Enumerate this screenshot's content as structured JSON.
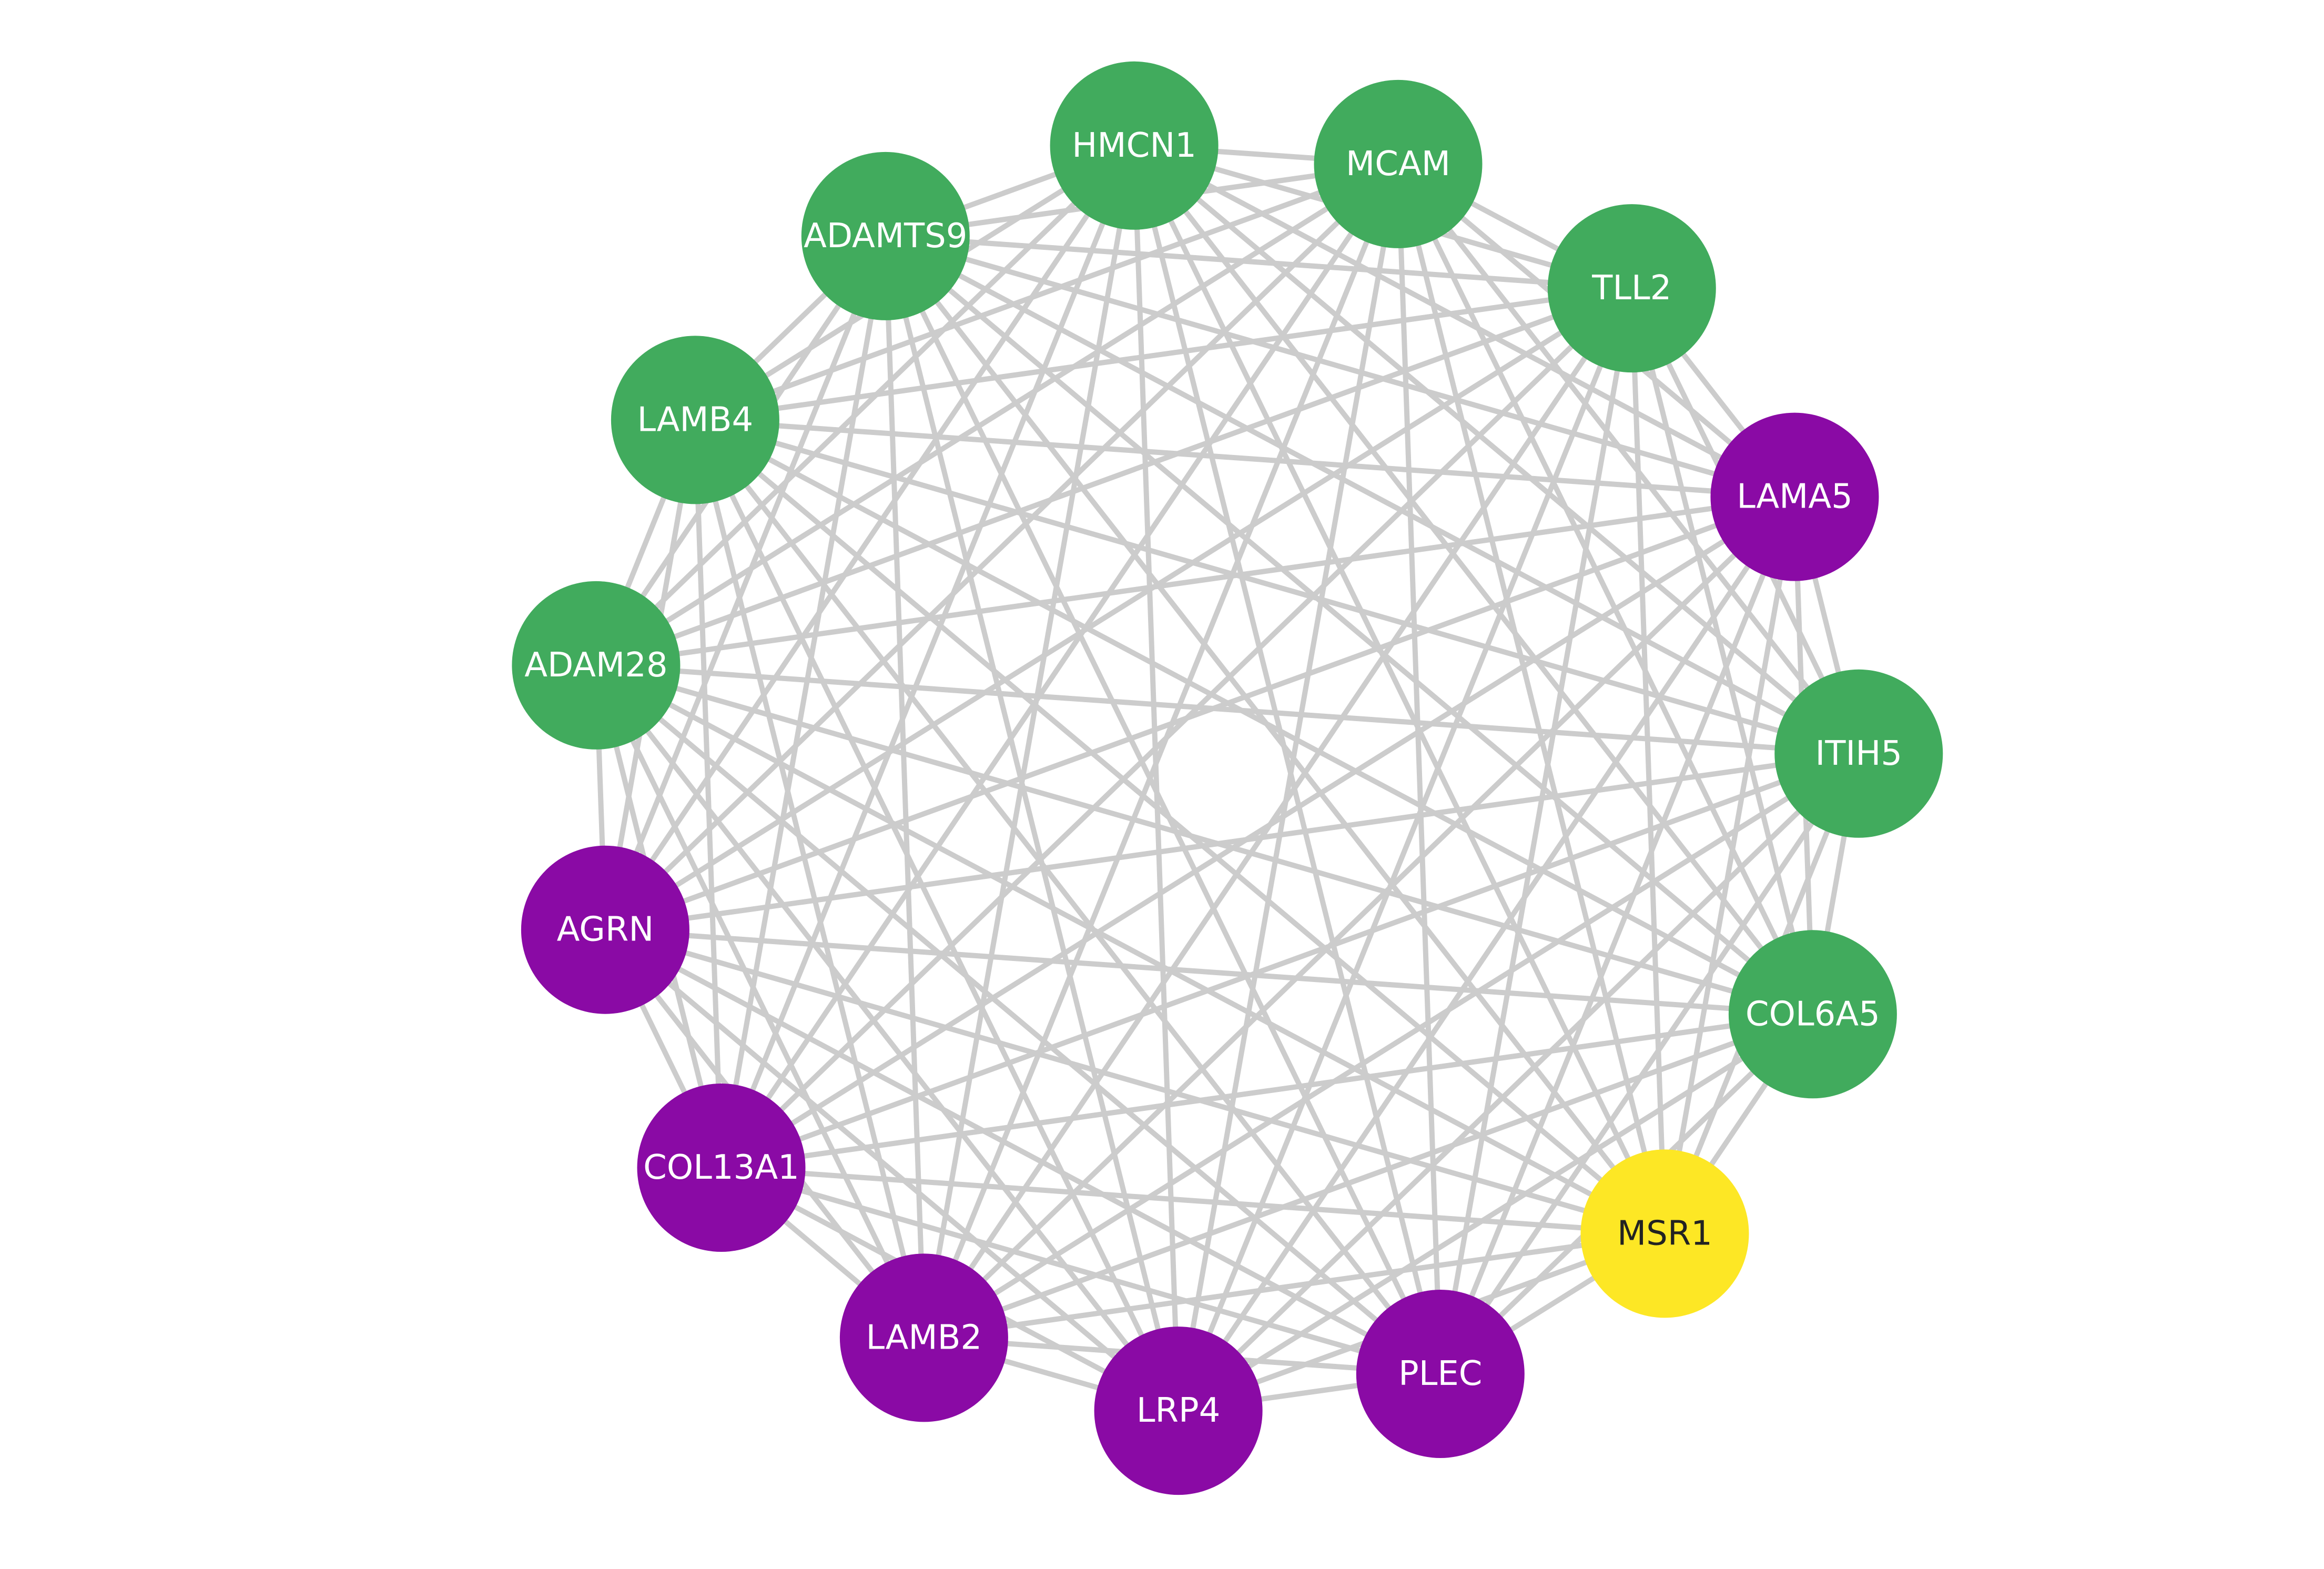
{
  "title": "",
  "colors": {
    "green": "#41ab5d",
    "purple": "#8a0aa5",
    "yellow": "#fde725",
    "edge": "#cccccc",
    "label_light": "#ffffff",
    "label_dark": "#222222"
  },
  "nodes": [
    {
      "id": "HMCN1",
      "label": "HMCN1",
      "group": "green"
    },
    {
      "id": "MCAM",
      "label": "MCAM",
      "group": "green"
    },
    {
      "id": "TLL2",
      "label": "TLL2",
      "group": "green"
    },
    {
      "id": "LAMA5",
      "label": "LAMA5",
      "group": "purple"
    },
    {
      "id": "ITIH5",
      "label": "ITIH5",
      "group": "green"
    },
    {
      "id": "COL6A5",
      "label": "COL6A5",
      "group": "green"
    },
    {
      "id": "MSR1",
      "label": "MSR1",
      "group": "yellow"
    },
    {
      "id": "PLEC",
      "label": "PLEC",
      "group": "purple"
    },
    {
      "id": "LRP4",
      "label": "LRP4",
      "group": "purple"
    },
    {
      "id": "LAMB2",
      "label": "LAMB2",
      "group": "purple"
    },
    {
      "id": "COL13A1",
      "label": "COL13A1",
      "group": "purple"
    },
    {
      "id": "AGRN",
      "label": "AGRN",
      "group": "purple"
    },
    {
      "id": "ADAM28",
      "label": "ADAM28",
      "group": "green"
    },
    {
      "id": "LAMB4",
      "label": "LAMB4",
      "group": "green"
    },
    {
      "id": "ADAMTS9",
      "label": "ADAMTS9",
      "group": "green"
    }
  ],
  "edges": "complete"
}
